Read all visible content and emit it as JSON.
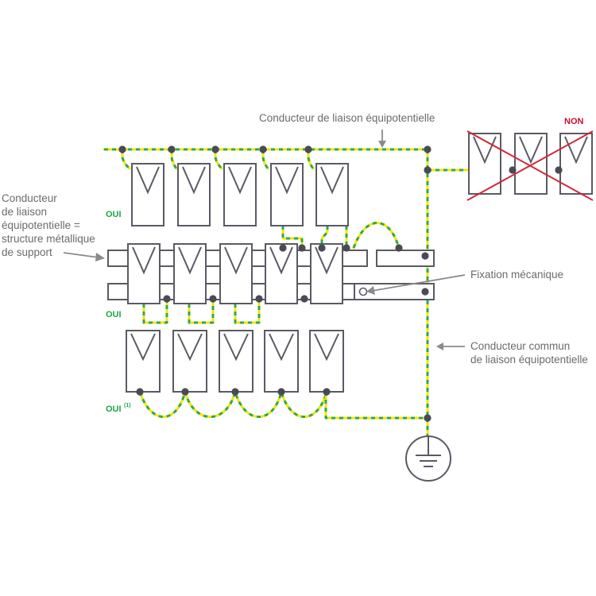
{
  "labels": {
    "top_conductor": "Conducteur de liaison équipotentielle",
    "left_conductor": [
      "Conducteur",
      "de liaison",
      "équipotentielle =",
      "structure métallique",
      "de support"
    ],
    "fixation": "Fixation mécanique",
    "common_conductor": [
      "Conducteur commun",
      "de liaison équipotentielle"
    ],
    "yes_1": "OUI",
    "yes_2": "OUI",
    "yes_3": "OUI",
    "yes_3_note": "(1)",
    "no": "NON"
  },
  "colors": {
    "wire_yellow": "#f2e600",
    "wire_green": "#2fa84f",
    "panel_stroke": "#5a5a66",
    "node": "#4a4a55",
    "label_text": "#6b6b6b",
    "arrow": "#8a8a8a",
    "yes": "#1aa84a",
    "no": "#c8102e",
    "cross": "#d0293a"
  },
  "icons": {
    "ground": "earth-ground-icon",
    "cross": "red-cross-icon"
  }
}
